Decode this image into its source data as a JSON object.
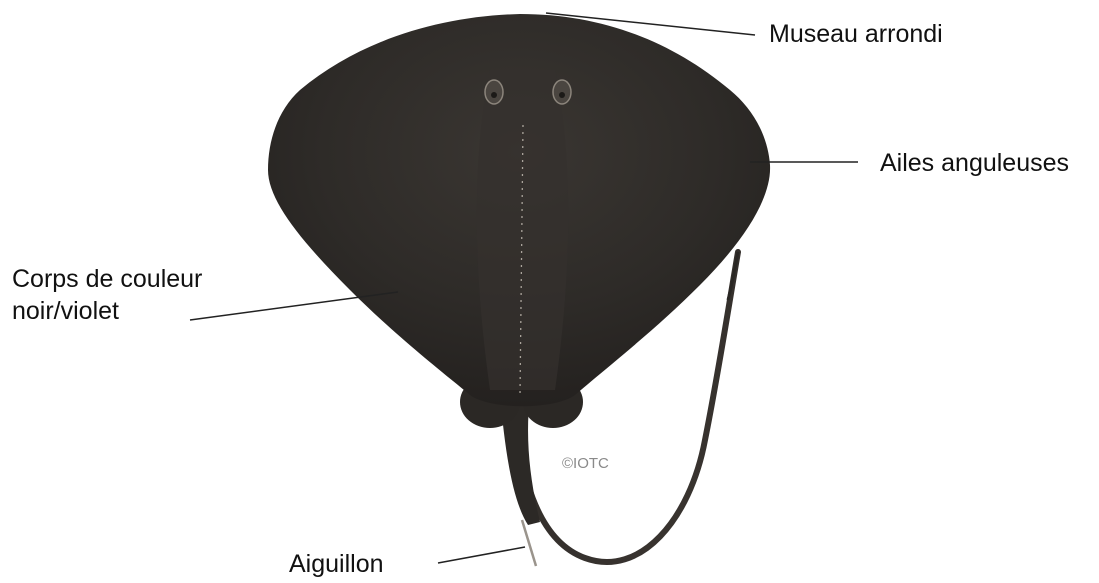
{
  "labels": {
    "snout": "Museau arrondi",
    "wings": "Ailes anguleuses",
    "body_line1": "Corps de couleur",
    "body_line2": "noir/violet",
    "spine": "Aiguillon"
  },
  "copyright": "©IOTC",
  "colors": {
    "body": "#2f2c29",
    "body_edge": "#3b3733",
    "tail": "#2a2724",
    "leader_line": "#222222",
    "text": "#111111",
    "copyright": "#8a8a8a"
  }
}
